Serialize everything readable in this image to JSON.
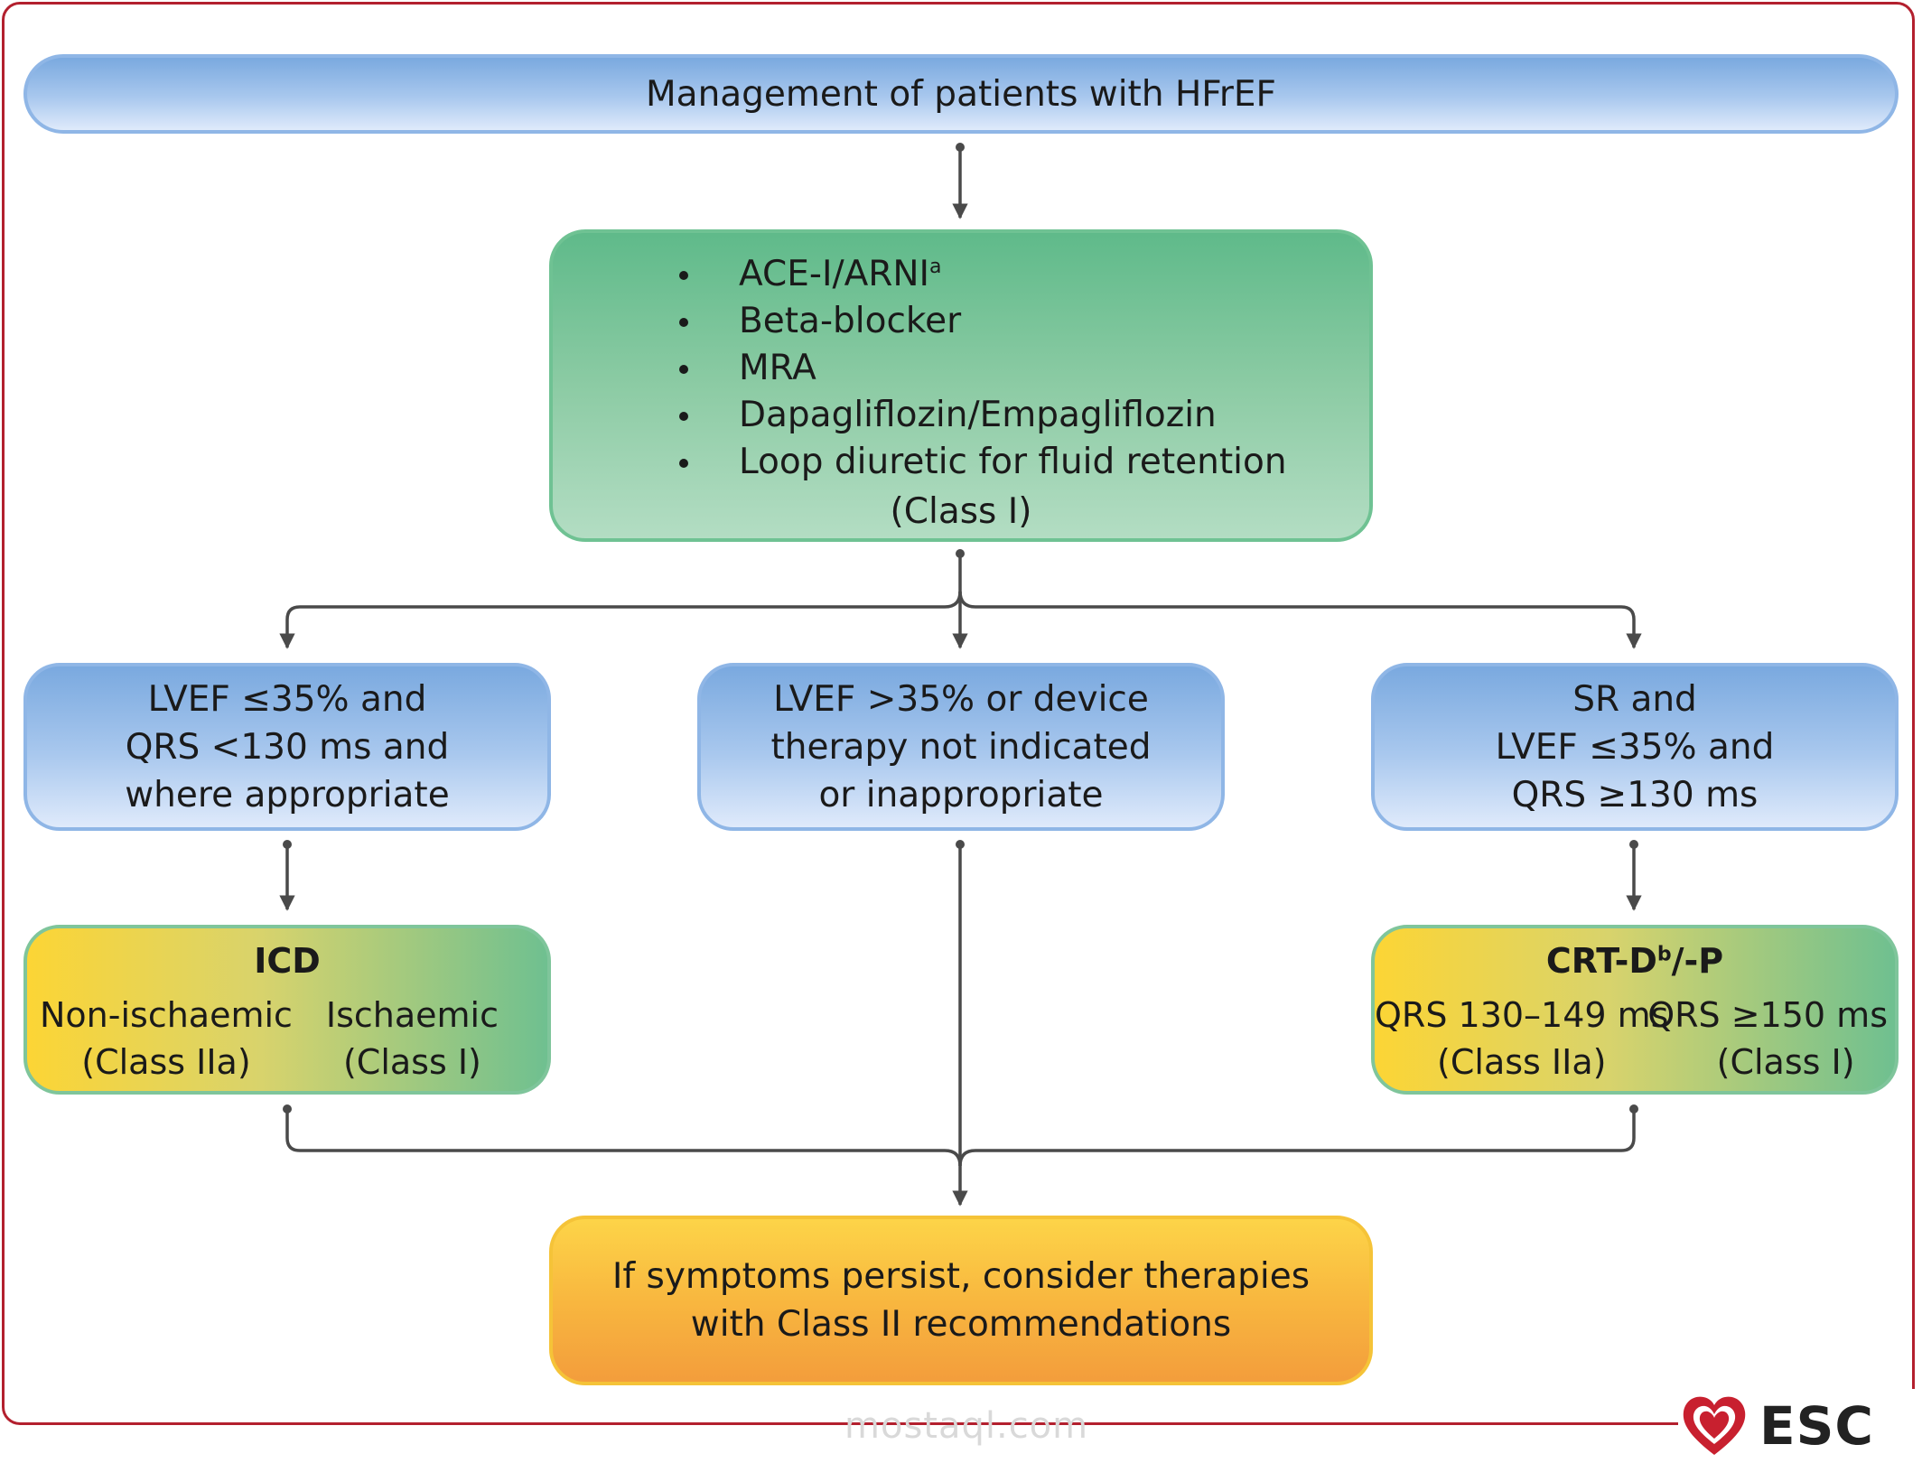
{
  "title": "Management of patients with HFrEF",
  "therapy": {
    "items": [
      {
        "text": "ACE-I/ARNI",
        "sup": "a"
      },
      {
        "text": "Beta-blocker",
        "sup": ""
      },
      {
        "text": "MRA",
        "sup": ""
      },
      {
        "text": "Dapagliflozin/Empagliflozin",
        "sup": ""
      },
      {
        "text": "Loop diuretic for fluid retention",
        "sup": ""
      }
    ],
    "class": "(Class I)"
  },
  "criteria": {
    "left": [
      "LVEF ≤35% and",
      "QRS <130 ms and",
      "where appropriate"
    ],
    "middle": [
      "LVEF >35% or device",
      "therapy not indicated",
      "or inappropriate"
    ],
    "right": [
      "SR and",
      "LVEF ≤35% and",
      "QRS ≥130 ms"
    ]
  },
  "icd": {
    "title": "ICD",
    "left": [
      "Non-ischaemic",
      "(Class IIa)"
    ],
    "right": [
      "Ischaemic",
      "(Class I)"
    ]
  },
  "crt": {
    "title": "CRT-D",
    "title_sup": "b",
    "title_suffix": "/-P",
    "left": [
      "QRS 130–149 ms",
      "(Class IIa)"
    ],
    "right": [
      "QRS ≥150 ms",
      "(Class I)"
    ]
  },
  "final": [
    "If symptoms persist, consider therapies",
    "with Class II recommendations"
  ],
  "logo": {
    "text": "ESC"
  },
  "watermark": "mostaql.com",
  "colors": {
    "frame": "#b3202e",
    "logo": "#c8202f",
    "connector": "#4a4a4a"
  }
}
